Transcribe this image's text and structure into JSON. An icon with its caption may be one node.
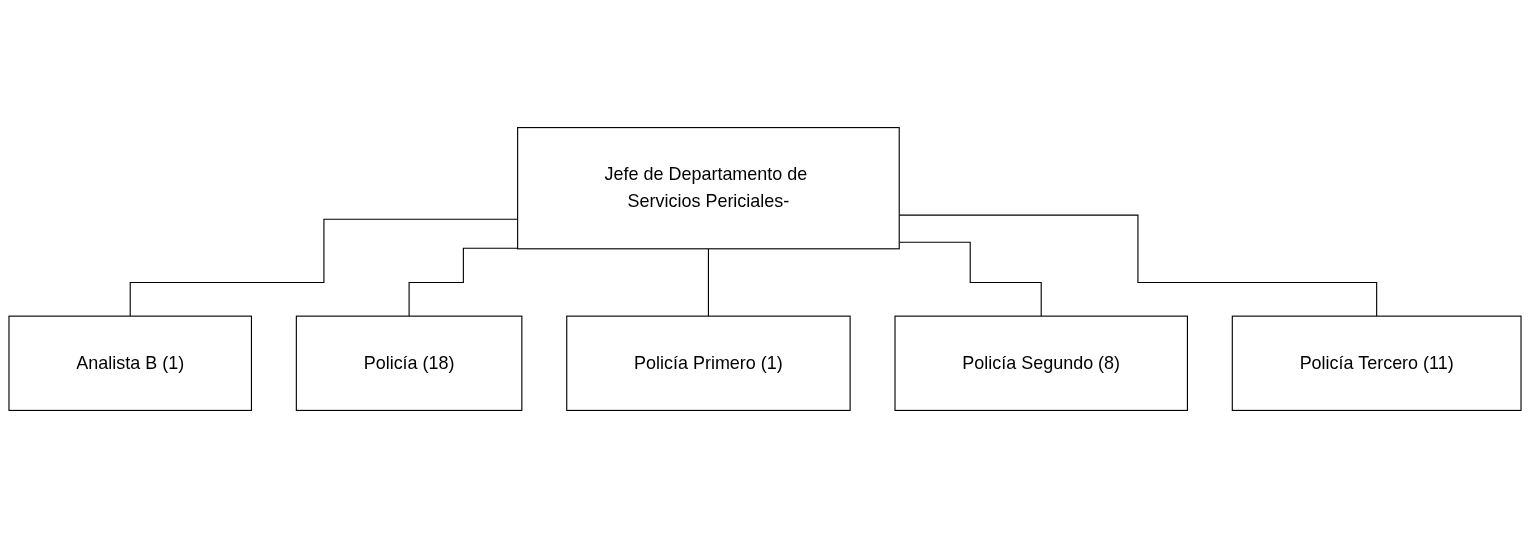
{
  "diagram": {
    "nodes": [
      {
        "text": [
          "Jefe de Departamento de Servicios Periciales-"
        ]
      },
      {
        "text": [
          "Analista B (1)"
        ]
      },
      {
        "text": [
          "Policía (18)"
        ]
      },
      {
        "text": [
          "Policía Primero (1)"
        ]
      },
      {
        "text": [
          "Policía Segundo (8)"
        ]
      },
      {
        "text": [
          "Policía Tercero (11)"
        ]
      }
    ],
    "edges": [
      {
        "from": 0,
        "to": 1,
        "arrow": "none"
      },
      {
        "from": 0,
        "to": 2,
        "arrow": "none"
      },
      {
        "from": 0,
        "to": 3,
        "arrow": "none"
      },
      {
        "from": 0,
        "to": 4,
        "arrow": "none"
      },
      {
        "from": 0,
        "to": 5,
        "arrow": "none"
      }
    ]
  }
}
